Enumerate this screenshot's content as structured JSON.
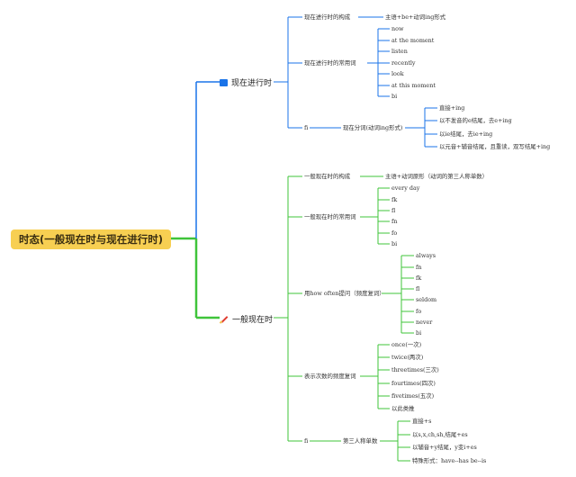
{
  "root": "时态(一般现在时与现在进行时)",
  "progressive": {
    "title": "现在进行时",
    "icon": "blue-flag-icon",
    "color": "#1a73e8",
    "structure_label": "现在进行时的构成",
    "structure_value": "主语+be+动词ing形式",
    "common_words_label": "现在进行时的常用词",
    "common_words": [
      "now",
      "at the moment",
      "listen",
      "recently",
      "look",
      "at this moment",
      "bi"
    ],
    "fi_label": "fi",
    "participle_label": "现在分词(动词ing形式)",
    "participle_rules": [
      "直接+ing",
      "以不发音的e结尾，去e+ing",
      "以ie结尾，去ie+ing",
      "以元音+辅音结尾，且重读，双写结尾+ing"
    ]
  },
  "simple": {
    "title": "一般现在时",
    "icon": "pencil-icon",
    "color": "#3fc43a",
    "structure_label": "一般现在时的构成",
    "structure_value": "主语+动词原形（动词的第三人称单数）",
    "common_words_label": "一般现在时的常用词",
    "common_words": [
      "every day",
      "fk",
      "fl",
      "fn",
      "fo",
      "bi"
    ],
    "how_often_label": "用how often提问（频度复词）",
    "how_often_words": [
      "always",
      "fn",
      "fk",
      "fl",
      "seldom",
      "fo",
      "never",
      "bi"
    ],
    "times_label": "表示次数的频度复词",
    "times_words": [
      "once(一次)",
      "twice(两次)",
      "threetimes(三次)",
      "fourtimes(四次)",
      "fivetimes(五次)",
      "以此类推"
    ],
    "fi_label": "fi",
    "third_person_label": "第三人称单数",
    "third_person_rules": [
      "直接+s",
      "以s,x,ch,sh,结尾+es",
      "以辅音+y结尾，y变i+es",
      "特殊形式：have--has be--is"
    ]
  }
}
